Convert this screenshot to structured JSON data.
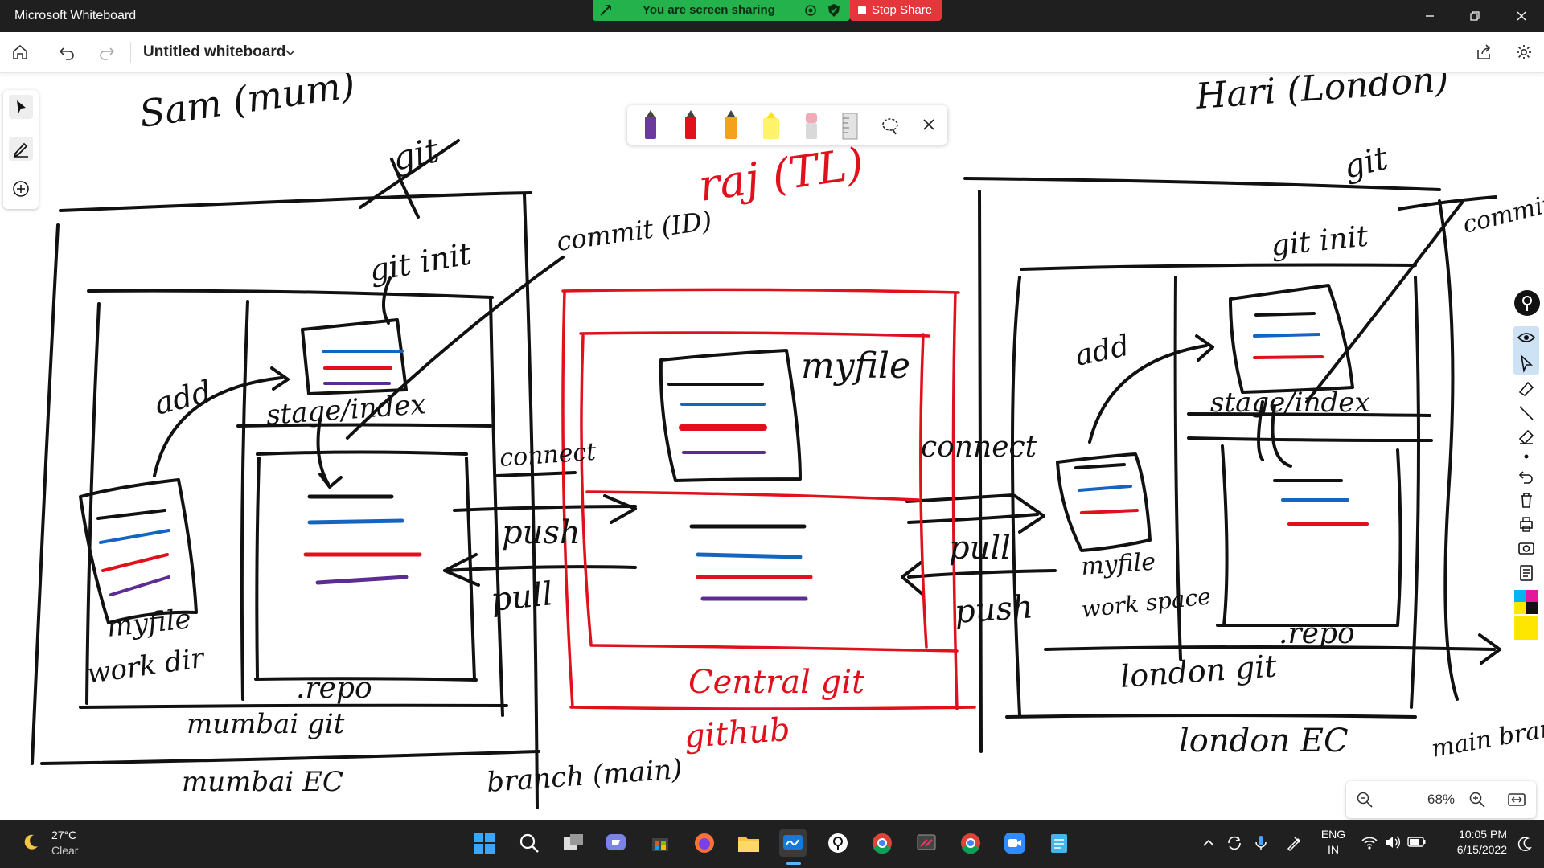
{
  "window": {
    "app_title": "Microsoft Whiteboard"
  },
  "sharing": {
    "banner_text": "You are screen sharing",
    "stop_label": "Stop Share"
  },
  "toolbar": {
    "board_title": "Untitled whiteboard"
  },
  "whiteboard": {
    "labels": {
      "sam": "Sam (mum)",
      "git_left": "git",
      "git_init": "git init",
      "add_left": "add",
      "stage_left": "stage/index",
      "myfile_left": "myfile",
      "work_dir": "work dir",
      "repo_left": ".repo",
      "mumbai_git": "mumbai git",
      "mumbai_ec": "mumbai EC",
      "commit_left": "commit (ID)",
      "connect_left": "connect",
      "push_left": "push",
      "pull_left": "pull",
      "branch": "branch (main)",
      "raj": "raj (TL)",
      "myfile_center": "myfile",
      "central_git": "Central git",
      "github": "github",
      "hari": "Hari (London)",
      "git_right": "git",
      "git_init_right": "git init",
      "commit_right": "commit",
      "add_right": "add",
      "stage_right": "stage/index",
      "connect_right": "connect",
      "pull_right": "pull",
      "push_right": "push",
      "myfile_right": "myfile",
      "workspace": "work space",
      "repo_right": ".repo",
      "london_git": "london git",
      "london_ec": "london EC",
      "main_branch": "main branch"
    }
  },
  "zoom": {
    "level": "68%"
  },
  "taskbar": {
    "weather_temp": "27°C",
    "weather_desc": "Clear",
    "lang_line1": "ENG",
    "lang_line2": "IN",
    "time": "10:05 PM",
    "date": "6/15/2022"
  },
  "colors": {
    "ink_black": "#111111",
    "ink_red": "#e0101c",
    "ink_blue": "#1565c0",
    "ink_purple": "#5b2c91",
    "share_green": "#23b24b",
    "stop_red": "#e5363b"
  }
}
